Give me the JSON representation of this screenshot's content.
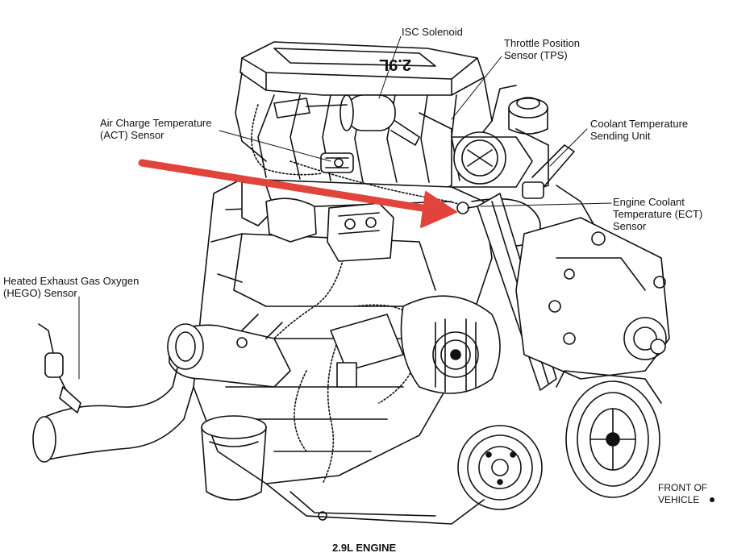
{
  "title": "2.9L ENGINE",
  "labels": {
    "isc": [
      "ISC Solenoid"
    ],
    "tps": [
      "Throttle Position",
      "Sensor (TPS)"
    ],
    "act": [
      "Air Charge Temperature",
      "(ACT) Sensor"
    ],
    "coolant_sending": [
      "Coolant Temperature",
      "Sending Unit"
    ],
    "ect": [
      "Engine Coolant",
      "Temperature (ECT)",
      "Sensor"
    ],
    "hego": [
      "Heated Exhaust Gas Oxygen",
      "(HEGO) Sensor"
    ],
    "front": [
      "FRONT OF",
      "VEHICLE"
    ]
  },
  "valve_cover_text": "2.9L",
  "colors": {
    "line_art": "#111111",
    "highlight_arrow": "#e0443a",
    "background": "#ffffff"
  }
}
